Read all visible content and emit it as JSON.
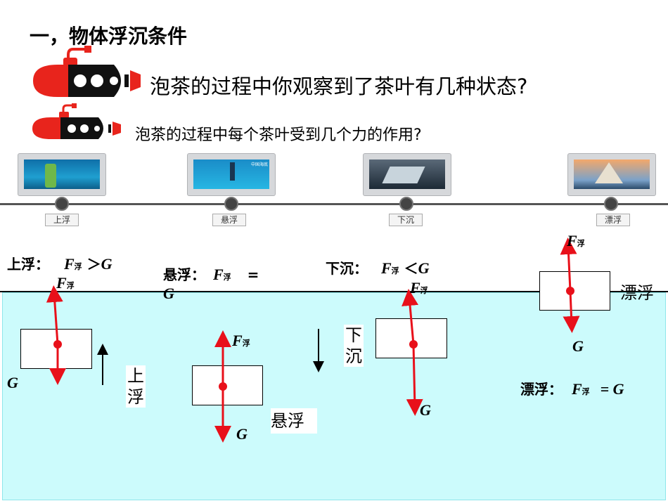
{
  "title": "一，物体浮沉条件",
  "question1": "泡茶的过程中你观察到了茶叶有几种状态?",
  "question2": "泡茶的过程中每个茶叶受到几个力的作用?",
  "timeline": {
    "items": [
      {
        "label": "上浮",
        "screen_text": ""
      },
      {
        "label": "悬浮",
        "screen_text": "中国海底"
      },
      {
        "label": "下沉",
        "screen_text": ""
      },
      {
        "label": "漂浮",
        "screen_text": ""
      }
    ]
  },
  "symbols": {
    "F": "F",
    "sub": "浮",
    "G": "G"
  },
  "conditions": {
    "up": {
      "prefix": "上浮：",
      "op": "＞"
    },
    "suspend": {
      "prefix": "悬浮：",
      "op": "="
    },
    "sink": {
      "prefix": "下沉：",
      "op": "＜"
    },
    "float": {
      "prefix": "漂浮：",
      "op": "= G"
    }
  },
  "state_labels": {
    "up_char1": "上",
    "up_char2": "浮",
    "suspend": "悬浮",
    "sink_char1": "下",
    "sink_char2": "沉",
    "float": "漂浮"
  },
  "colors": {
    "force_arrow": "#e8101a",
    "water": "#ccfbfc",
    "submarine_red": "#e8241c"
  }
}
